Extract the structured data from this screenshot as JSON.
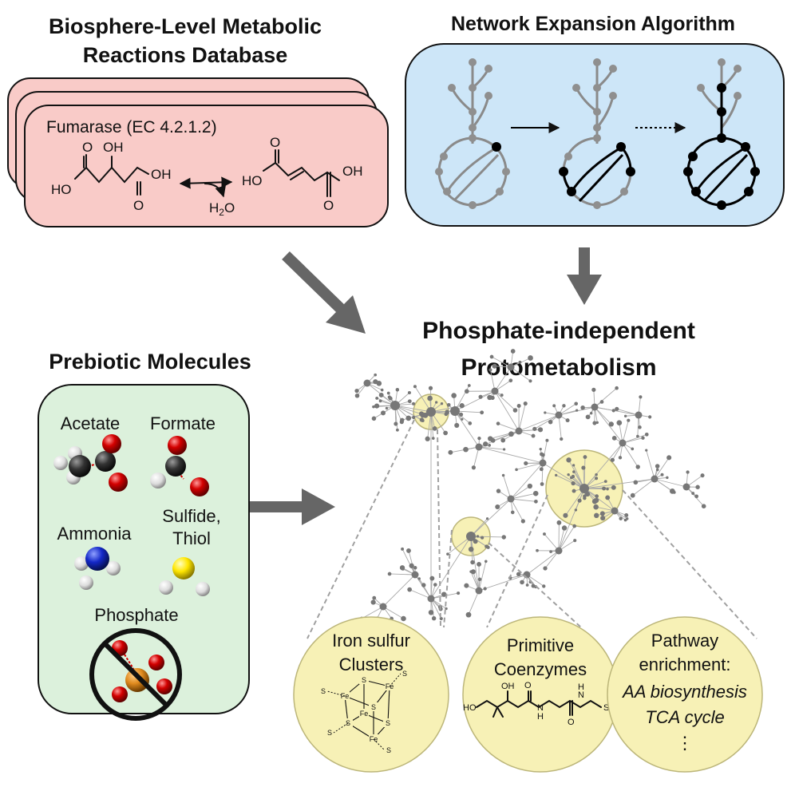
{
  "titles": {
    "database_line1": "Biosphere-Level Metabolic",
    "database_line2": "Reactions Database",
    "algorithm": "Network Expansion Algorithm",
    "result_line1": "Phosphate-independent",
    "result_line2": "Protometabolism",
    "prebiotic": "Prebiotic Molecules"
  },
  "reaction": {
    "enzyme": "Fumarase (EC 4.2.1.2)",
    "malate": {
      "ho_left": "HO",
      "oh_top": "OH",
      "o_bottom": "O",
      "oh_right": "OH"
    },
    "fumarate": {
      "o_top": "O",
      "ho_left": "HO",
      "oh_right": "OH",
      "o_bottom": "O"
    },
    "water": "H",
    "water_sub": "2",
    "water_end": "O"
  },
  "molecules": {
    "acetate": "Acetate",
    "formate": "Formate",
    "ammonia": "Ammonia",
    "sulfide_line1": "Sulfide,",
    "sulfide_line2": "Thiol",
    "phosphate": "Phosphate"
  },
  "callouts": {
    "iron_sulfur_line1": "Iron sulfur",
    "iron_sulfur_line2": "Clusters",
    "coenzymes_line1": "Primitive",
    "coenzymes_line2": "Coenzymes",
    "pathway_line1": "Pathway",
    "pathway_line2": "enrichment:",
    "pathway_item1": "AA biosynthesis",
    "pathway_item2": "TCA cycle",
    "pathway_more": "⋮"
  },
  "fes": {
    "s": "S",
    "fe": "Fe"
  },
  "pantetheine": {
    "ho": "HO",
    "oh": "OH",
    "n1": "N",
    "h1": "H",
    "n2": "N",
    "h2": "H",
    "o1": "O",
    "o2": "O",
    "sh": "SH"
  },
  "colors": {
    "database_fill": "#f9cbc8",
    "algorithm_fill": "#cde6f8",
    "prebiotic_fill": "#dcf1dc",
    "highlight_fill": "#f7f1b6",
    "arrow_gray": "#666666",
    "oxygen": "#d40000",
    "carbon": "#2b2b2b",
    "hydrogen": "#e6e6e6",
    "nitrogen": "#1428c8",
    "sulfur": "#ffe600",
    "phosphorus": "#e08a1e"
  }
}
